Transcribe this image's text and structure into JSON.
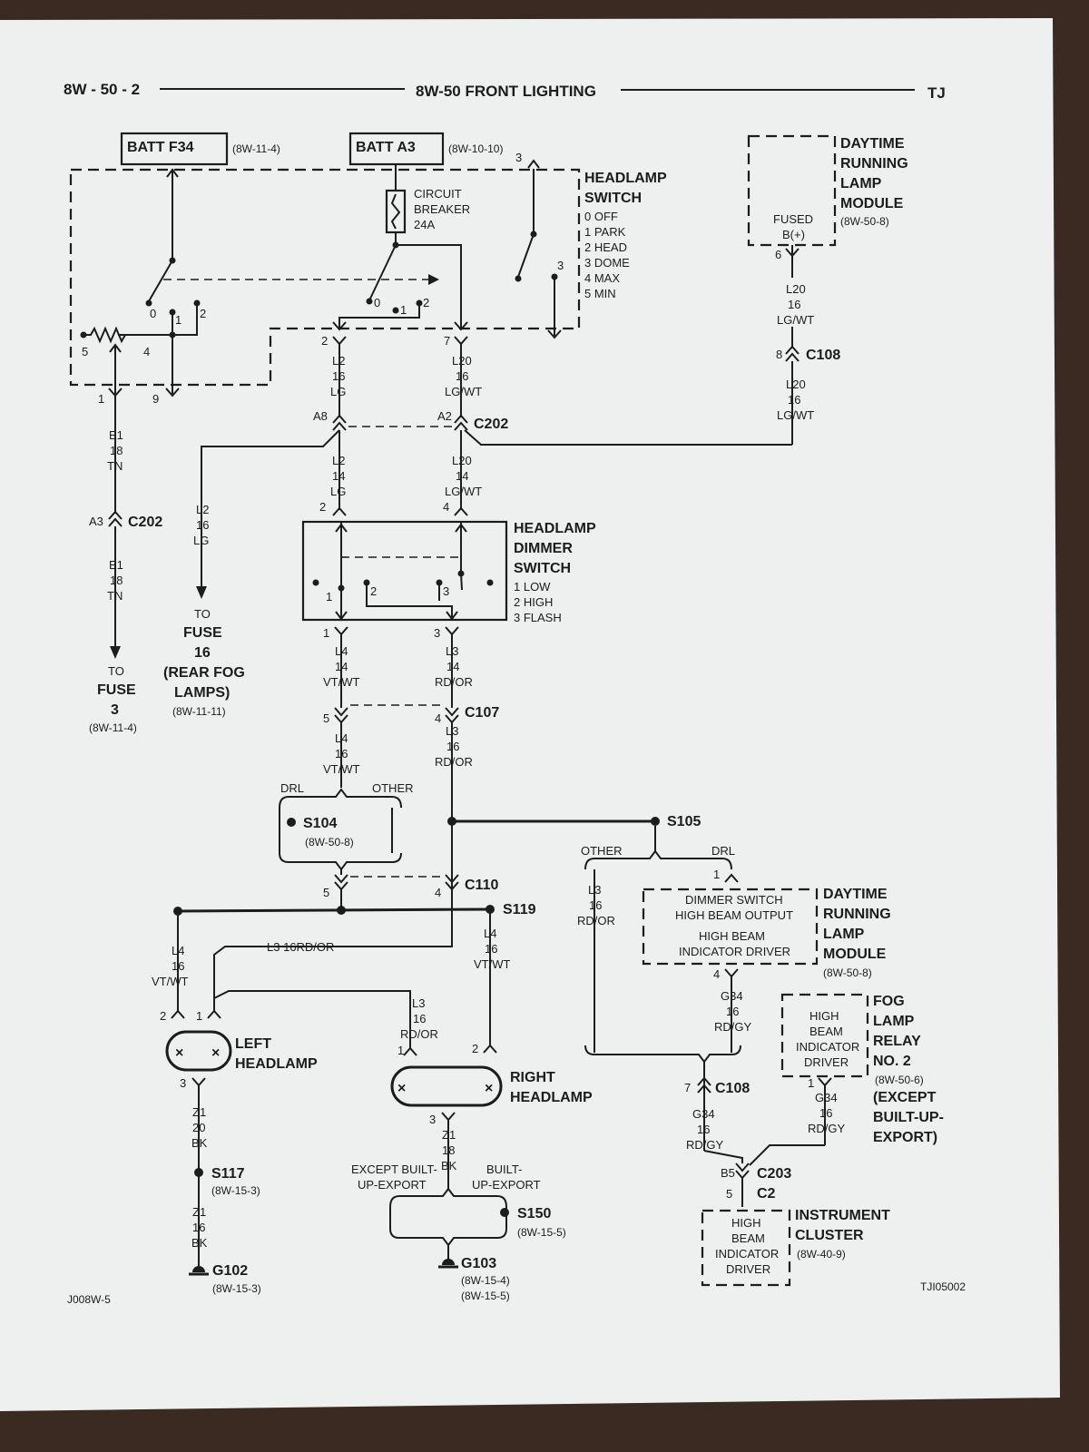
{
  "header": {
    "page_number": "8W - 50 - 2",
    "title": "8W-50 FRONT LIGHTING",
    "model": "TJ"
  },
  "sources": {
    "batt_f34": "BATT F34",
    "batt_f34_ref": "(8W-11-4)",
    "batt_a3": "BATT A3",
    "batt_a3_ref": "(8W-10-10)"
  },
  "headlamp_switch": {
    "title1": "HEADLAMP",
    "title2": "SWITCH",
    "positions": [
      "0 OFF",
      "1 PARK",
      "2 HEAD",
      "3 DOME",
      "4 MAX",
      "5 MIN"
    ],
    "breaker1": "CIRCUIT",
    "breaker2": "BREAKER",
    "breaker3": "24A",
    "pins": [
      "0",
      "1",
      "2",
      "0",
      "1",
      "2",
      "3",
      "3",
      "5",
      "4"
    ]
  },
  "drl_module_top": {
    "title": [
      "DAYTIME",
      "RUNNING",
      "LAMP",
      "MODULE"
    ],
    "ref": "(8W-50-8)",
    "fused": "FUSED",
    "bplus": "B(+)",
    "pin": "6"
  },
  "dimmer_switch": {
    "title": [
      "HEADLAMP",
      "DIMMER",
      "SWITCH"
    ],
    "positions": [
      "1 LOW",
      "2 HIGH",
      "3 FLASH"
    ],
    "pins": [
      "1",
      "2",
      "3"
    ]
  },
  "connectors": {
    "c202": "C202",
    "c202_left": "C202",
    "c108_top": "C108",
    "c108_bottom": "C108",
    "c107": "C107",
    "c110": "C110",
    "c203": "C203",
    "c2": "C2",
    "a8": "A8",
    "a2": "A2",
    "a3": "A3",
    "b5": "B5"
  },
  "splices": {
    "s104": "S104",
    "s104_ref": "(8W-50-8)",
    "s105": "S105",
    "s119": "S119",
    "s117": "S117",
    "s117_ref": "(8W-15-3)",
    "s150": "S150",
    "s150_ref": "(8W-15-5)"
  },
  "grounds": {
    "g102": "G102",
    "g102_ref": "(8W-15-3)",
    "g103": "G103",
    "g103_ref1": "(8W-15-4)",
    "g103_ref2": "(8W-15-5)"
  },
  "wires": {
    "e1": [
      "E1",
      "18",
      "TN"
    ],
    "l2_16": [
      "L2",
      "16",
      "LG"
    ],
    "l2_14": [
      "L2",
      "14",
      "LG"
    ],
    "l20_16": [
      "L20",
      "16",
      "LG/WT"
    ],
    "l20_14": [
      "L20",
      "14",
      "LG/WT"
    ],
    "l4_14": [
      "L4",
      "14",
      "VT/WT"
    ],
    "l4_16": [
      "L4",
      "16",
      "VT/WT"
    ],
    "l3_14": [
      "L3",
      "14",
      "RD/OR"
    ],
    "l3_16": [
      "L3",
      "16",
      "RD/OR"
    ],
    "l3_inline": "L3   16RD/OR",
    "g34": [
      "G34",
      "16",
      "RD/GY"
    ],
    "z1_20": [
      "Z1",
      "20",
      "BK"
    ],
    "z1_16": [
      "Z1",
      "16",
      "BK"
    ],
    "z1_18": [
      "Z1",
      "18",
      "BK"
    ]
  },
  "branches": {
    "drl": "DRL",
    "other": "OTHER",
    "except_bue_1": "EXCEPT BUILT-",
    "except_bue_2": "UP-EXPORT",
    "bue_1": "BUILT-",
    "bue_2": "UP-EXPORT"
  },
  "destinations": {
    "fuse3_to": "TO",
    "fuse3_1": "FUSE",
    "fuse3_2": "3",
    "fuse3_ref": "(8W-11-4)",
    "fuse16_to": "TO",
    "fuse16_1": "FUSE",
    "fuse16_2": "16",
    "fuse16_3": "(REAR FOG",
    "fuse16_4": "LAMPS)",
    "fuse16_ref": "(8W-11-11)"
  },
  "drl_module_mid": {
    "line1": "DIMMER SWITCH",
    "line2": "HIGH BEAM OUTPUT",
    "line3": "HIGH BEAM",
    "line4": "INDICATOR DRIVER",
    "title": [
      "DAYTIME",
      "RUNNING",
      "LAMP",
      "MODULE"
    ],
    "ref": "(8W-50-8)"
  },
  "fog_relay": {
    "inner": [
      "HIGH",
      "BEAM",
      "INDICATOR",
      "DRIVER"
    ],
    "title": [
      "FOG",
      "LAMP",
      "RELAY",
      "NO. 2"
    ],
    "ref": "(8W-50-6)",
    "note": [
      "(EXCEPT",
      "BUILT-UP-",
      "EXPORT)"
    ]
  },
  "cluster": {
    "inner": [
      "HIGH",
      "BEAM",
      "INDICATOR",
      "DRIVER"
    ],
    "title": [
      "INSTRUMENT",
      "CLUSTER"
    ],
    "ref": "(8W-40-9)"
  },
  "lamps": {
    "left": [
      "LEFT",
      "HEADLAMP"
    ],
    "right": [
      "RIGHT",
      "HEADLAMP"
    ]
  },
  "pins": {
    "p1": "1",
    "p2": "2",
    "p3": "3",
    "p4": "4",
    "p5": "5",
    "p6": "6",
    "p7": "7",
    "p8": "8",
    "p9": "9"
  },
  "footer": {
    "left_code": "J008W-5",
    "right_code": "TJI05002"
  }
}
